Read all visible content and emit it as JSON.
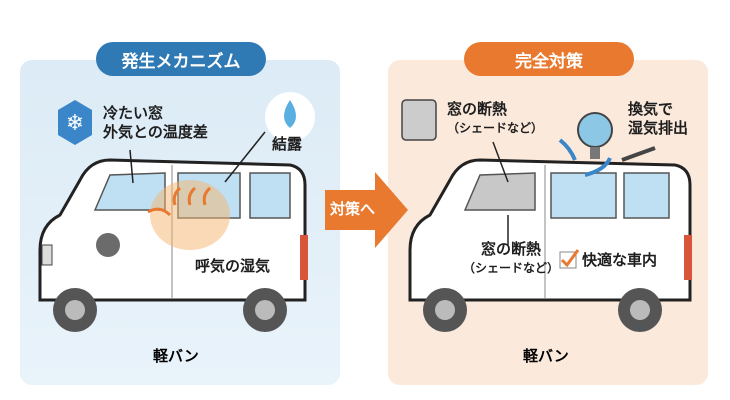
{
  "left_panel": {
    "title": "発生メカニズム",
    "cold_window_line1": "冷たい窓",
    "cold_window_line2": "外気との温度差",
    "condensation": "結露",
    "breath_moisture": "呼気の湿気",
    "van_label": "軽バン"
  },
  "transition_arrow": {
    "label": "対策へ"
  },
  "right_panel": {
    "title": "完全対策",
    "insulation_line1": "窓の断熱",
    "insulation_line2": "（シェードなど）",
    "ventilation_line1": "換気で",
    "ventilation_line2": "湿気排出",
    "insulation2_line1": "窓の断熱",
    "insulation2_line2": "（シェードなど）",
    "comfort": "快適な車内",
    "van_label": "軽バン"
  },
  "colors": {
    "blue": "#2f79b5",
    "orange": "#e8792e"
  }
}
